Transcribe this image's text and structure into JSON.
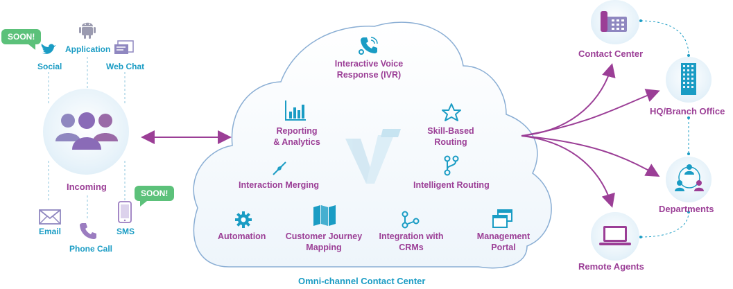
{
  "diagram": {
    "title": "Omni-channel Contact Center",
    "incoming": {
      "label": "Incoming",
      "channels": {
        "social": "Social",
        "application": "Application",
        "webchat": "Web Chat",
        "email": "Email",
        "phone": "Phone Call",
        "sms": "SMS"
      },
      "soon_badge": "SOON!"
    },
    "cloud_features": {
      "ivr": "Interactive Voice\nResponse (IVR)",
      "reporting": "Reporting\n& Analytics",
      "skill_routing": "Skill-Based\nRouting",
      "merging": "Interaction Merging",
      "intelligent_routing": "Intelligent Routing",
      "automation": "Automation",
      "journey": "Customer Journey\nMapping",
      "crm": "Integration with\nCRMs",
      "portal": "Management\nPortal"
    },
    "destinations": {
      "contact_center": "Contact Center",
      "hq": "HQ/Branch Office",
      "departments": "Departments",
      "remote_agents": "Remote Agents"
    },
    "colors": {
      "teal": "#1a9cc4",
      "purple": "#9b3e96",
      "cloud_stroke": "#8aaed4",
      "soon_green": "#5cc17a"
    }
  }
}
